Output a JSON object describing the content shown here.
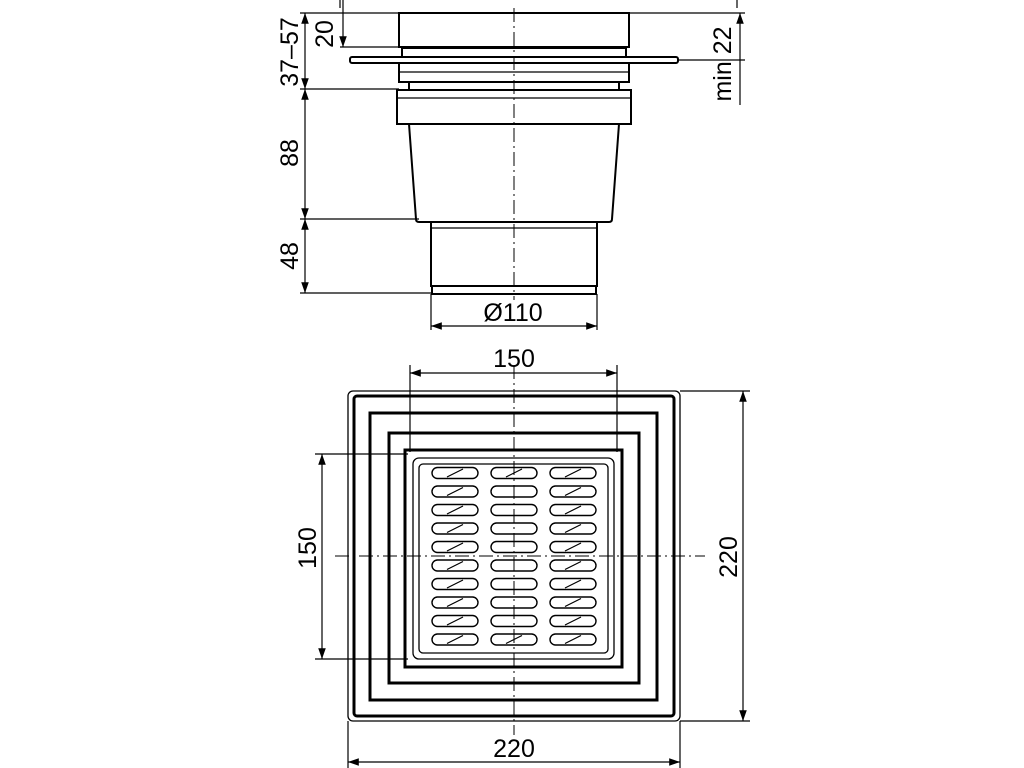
{
  "side_view": {
    "dim_total_height": "37–57",
    "dim_ring": "20",
    "dim_body": "88",
    "dim_outlet": "48",
    "dim_outlet_diameter": "Ø110",
    "dim_min_height": "min 22"
  },
  "top_view": {
    "dim_grate_width": "150",
    "dim_grate_height": "150",
    "dim_frame_width": "220",
    "dim_frame_height": "220"
  }
}
